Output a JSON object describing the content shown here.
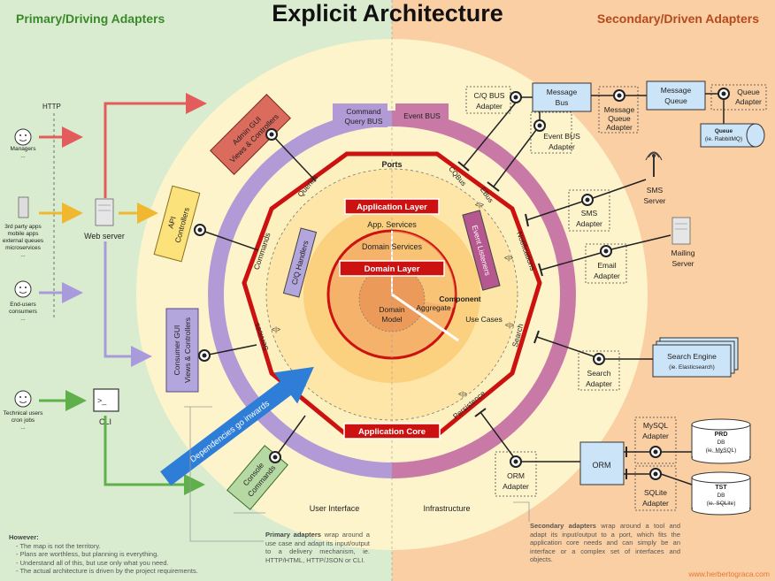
{
  "title": "Explicit Architecture",
  "sides": {
    "primary": "Primary/Driving Adapters",
    "secondary": "Secondary/Driven Adapters",
    "user_interface": "User Interface",
    "infrastructure": "Infrastructure"
  },
  "actors": {
    "http": "HTTP",
    "managers": [
      "Managers",
      "..."
    ],
    "third_party": [
      "3rd party apps",
      "mobile apps",
      "external queues",
      "microservices",
      "..."
    ],
    "end_users": [
      "End-users",
      "consumers",
      "..."
    ],
    "technical_users": [
      "Technical users",
      "cron jobs",
      "..."
    ],
    "web_server": "Web server",
    "cli": "CLI"
  },
  "primary_adapters": {
    "admin_gui": [
      "Admin GUI",
      "Views & Controllers"
    ],
    "api_controllers": [
      "API",
      "Controllers"
    ],
    "consumer_gui": [
      "Consumer GUI",
      "Views & Controllers"
    ],
    "console_commands": [
      "Console",
      "Commands"
    ]
  },
  "buses": {
    "command_query": [
      "Command",
      "Query BUS"
    ],
    "event": "Event BUS"
  },
  "ports": {
    "title": "Ports",
    "queries": "Queries",
    "commands": "Commands",
    "services": "Services",
    "cqbus": "CQBus",
    "ebus": "EBus",
    "notifications": "Notifications",
    "search": "Search",
    "persistence": "Persistence"
  },
  "core": {
    "application_layer": "Application Layer",
    "app_services": "App. Services",
    "cq_handlers": "C/Q Handlers",
    "event_listeners": "Event Listeners",
    "domain_services": "Domain Services",
    "domain_layer": "Domain Layer",
    "component": "Component",
    "aggregate": "Aggregate",
    "domain_model": [
      "Domain",
      "Model"
    ],
    "use_cases": "Use Cases",
    "application_core": "Application Core",
    "dependencies": "Dependencies go inwards",
    "arrows": "<|>"
  },
  "secondary_adapters": {
    "cq_bus_adapter": [
      "C/Q BUS",
      "Adapter"
    ],
    "message_bus": [
      "Message",
      "Bus"
    ],
    "message_queue_adapter": [
      "Message",
      "Queue",
      "Adapter"
    ],
    "message_queue": [
      "Message",
      "Queue"
    ],
    "queue_adapter": [
      "Queue",
      "Adapter"
    ],
    "queue_tech": [
      "Queue",
      "(ie. RabbitMQ)"
    ],
    "event_bus_adapter": [
      "Event BUS",
      "Adapter"
    ],
    "sms_server": [
      "SMS",
      "Server"
    ],
    "sms_adapter": [
      "SMS",
      "Adapter"
    ],
    "mailing_server": [
      "Mailing",
      "Server"
    ],
    "email_adapter": [
      "Email",
      "Adapter"
    ],
    "search_engine": [
      "Search Engine",
      "(ie. Elasticsearch)"
    ],
    "search_adapter": [
      "Search",
      "Adapter"
    ],
    "mysql_adapter": [
      "MySQL",
      "Adapter"
    ],
    "prd_db": [
      "PRD",
      "DB",
      "(ie. MySQL)"
    ],
    "orm": "ORM",
    "sqlite_adapter": [
      "SQLite",
      "Adapter"
    ],
    "tst_db": [
      "TST",
      "DB",
      "(ie. SQLite)"
    ],
    "orm_adapter": [
      "ORM",
      "Adapter"
    ]
  },
  "notes": {
    "however": "However:",
    "however_items": [
      "- The map is not the territory.",
      "- Plans are worthless, but planning is everything.",
      "- Understand all of this, but use only what you need.",
      "- The actual architecture is driven by the project requirements."
    ],
    "primary_bold": "Primary adapters",
    "primary_text": " wrap around a use case and adapt its input/output to a delivery mechanism, ie. HTTP/HTML, HTTP/JSON or CLI.",
    "secondary_bold": "Secondary adapters",
    "secondary_text": " wrap around a tool and adapt its input/output to a port, which fits the application core needs and can simply be an interface or a complex set of interfaces and objects."
  },
  "credit": "www.herbertograca.com",
  "colors": {
    "left_bg": "#d9ecd0",
    "right_bg": "#f9cfa3",
    "cream": "#fdf4cc",
    "cq_bus_ring": "#b19ad6",
    "event_bus_ring": "#c979a6",
    "core_red": "#cc1111",
    "admin_gui": "#db6b5c",
    "api": "#fbe27a",
    "consumer_gui": "#b3a6dc",
    "console": "#b6d8a2",
    "event_listeners": "#b5588f",
    "adapter_blue": "#cce4f7",
    "arrow_blue": "#2e7ed8"
  }
}
